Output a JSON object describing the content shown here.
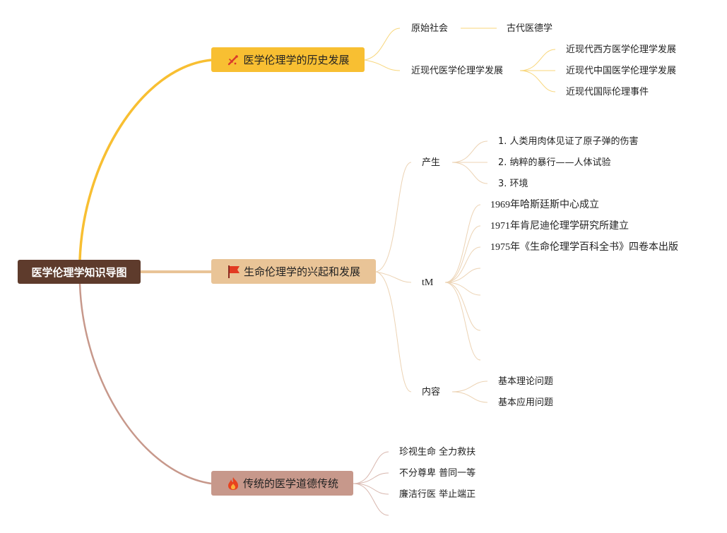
{
  "root": {
    "label": "医学伦理学知识导图"
  },
  "branches": [
    {
      "label": "医学伦理学的历史发展",
      "icon": "medical-tools-icon",
      "color": "#f8bf32",
      "children": [
        {
          "label": "原始社会",
          "children": [
            {
              "label": "古代医德学"
            }
          ]
        },
        {
          "label": "近现代医学伦理学发展",
          "children": [
            {
              "label": "近现代西方医学伦理学发展"
            },
            {
              "label": "近现代中国医学伦理学发展"
            },
            {
              "label": "近现代国际伦理事件"
            }
          ]
        }
      ]
    },
    {
      "label": "生命伦理学的兴起和发展",
      "icon": "red-flag-icon",
      "color": "#e9c497",
      "children": [
        {
          "label": "产生",
          "children": [
            {
              "label": "1. 人类用肉体见证了原子弹的伤害"
            },
            {
              "label": "2. 纳粹的暴行——人体试验"
            },
            {
              "label": "3. 环境"
            }
          ]
        },
        {
          "label": "tM",
          "children": [
            {
              "label": "1969年哈斯廷斯中心成立"
            },
            {
              "label": "1971年肯尼迪伦理学研究所建立"
            },
            {
              "label": "1975年《生命伦理学百科全书》四卷本出版"
            },
            {
              "label": ""
            },
            {
              "label": ""
            },
            {
              "label": ""
            },
            {
              "label": ""
            },
            {
              "label": ""
            }
          ]
        },
        {
          "label": "内容",
          "children": [
            {
              "label": "基本理论问题"
            },
            {
              "label": "基本应用问题"
            }
          ]
        }
      ]
    },
    {
      "label": "传统的医学道德传统",
      "icon": "fire-icon",
      "color": "#c7988b",
      "children": [
        {
          "label": "珍视生命 全力救扶"
        },
        {
          "label": "不分尊卑 普同一等"
        },
        {
          "label": "廉洁行医 举止端正"
        },
        {
          "label": ""
        }
      ]
    }
  ]
}
